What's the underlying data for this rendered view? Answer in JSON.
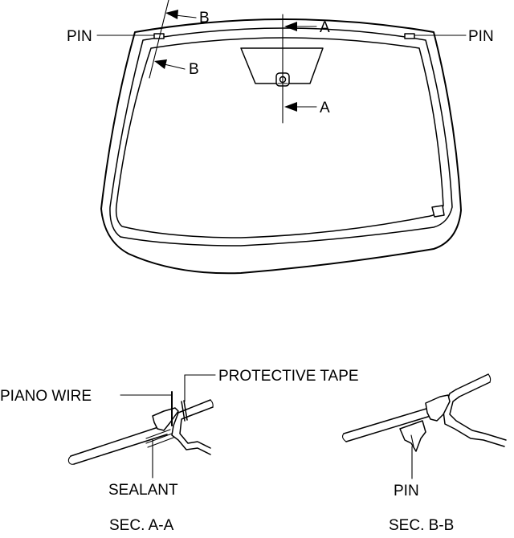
{
  "labels": {
    "pin_left": "PIN",
    "pin_right": "PIN",
    "section_a_top": "A",
    "section_a_bottom": "A",
    "section_b_top": "B",
    "section_b_bottom": "B",
    "protective_tape": "PROTECTIVE TAPE",
    "piano_wire": "PIANO WIRE",
    "sealant": "SEALANT",
    "pin_section": "PIN"
  },
  "captions": {
    "section_a": "SEC. A-A",
    "section_b": "SEC. B-B"
  }
}
